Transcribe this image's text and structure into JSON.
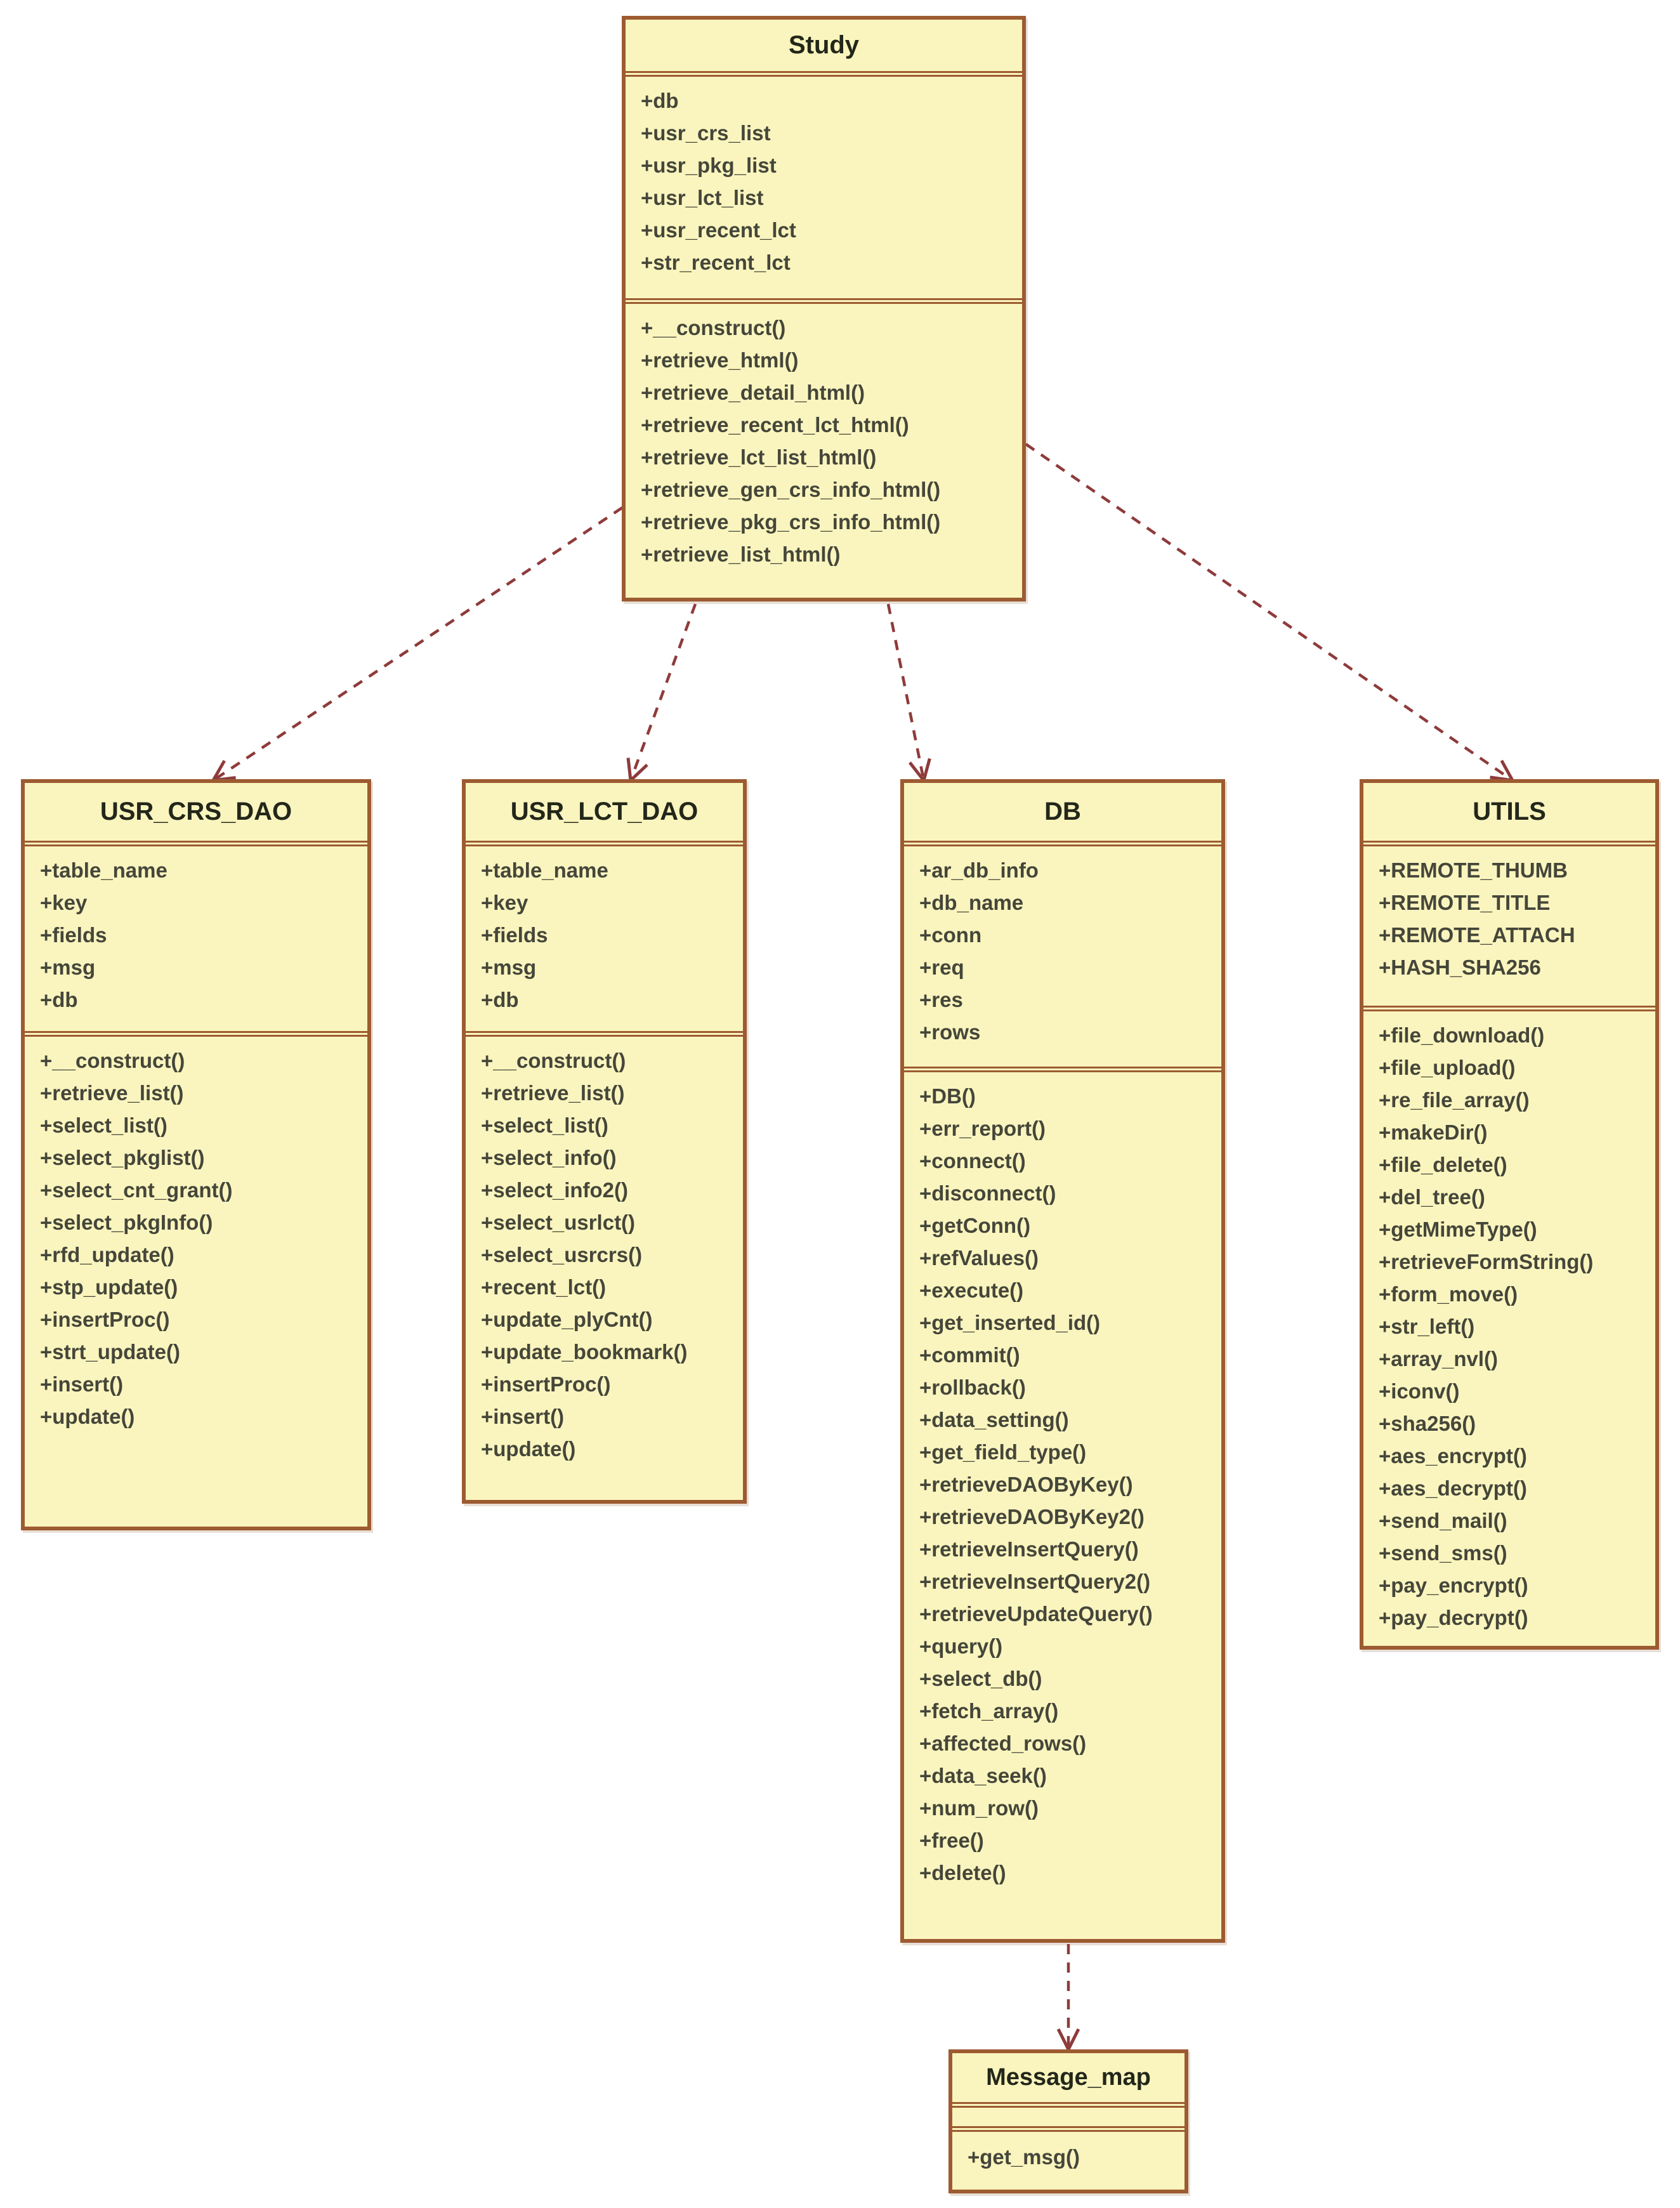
{
  "diagram": {
    "kind": "uml-class-diagram",
    "colors": {
      "box_fill": "#FAF5BE",
      "box_border": "#9D5B31",
      "arrow": "#8E3B3B",
      "title_text": "#23271A",
      "member_text": "#45463A"
    },
    "classes": [
      {
        "title": "Study",
        "attributes": [
          "+db",
          "+usr_crs_list",
          "+usr_pkg_list",
          "+usr_lct_list",
          "+usr_recent_lct",
          "+str_recent_lct"
        ],
        "methods": [
          "+__construct()",
          "+retrieve_html()",
          "+retrieve_detail_html()",
          "+retrieve_recent_lct_html()",
          "+retrieve_lct_list_html()",
          "+retrieve_gen_crs_info_html()",
          "+retrieve_pkg_crs_info_html()",
          "+retrieve_list_html()"
        ]
      },
      {
        "title": "USR_CRS_DAO",
        "attributes": [
          "+table_name",
          "+key",
          "+fields",
          "+msg",
          "+db"
        ],
        "methods": [
          "+__construct()",
          "+retrieve_list()",
          "+select_list()",
          "+select_pkglist()",
          "+select_cnt_grant()",
          "+select_pkgInfo()",
          "+rfd_update()",
          "+stp_update()",
          "+insertProc()",
          "+strt_update()",
          "+insert()",
          "+update()"
        ]
      },
      {
        "title": "USR_LCT_DAO",
        "attributes": [
          "+table_name",
          "+key",
          "+fields",
          "+msg",
          "+db"
        ],
        "methods": [
          "+__construct()",
          "+retrieve_list()",
          "+select_list()",
          "+select_info()",
          "+select_info2()",
          "+select_usrlct()",
          "+select_usrcrs()",
          "+recent_lct()",
          "+update_plyCnt()",
          "+update_bookmark()",
          "+insertProc()",
          "+insert()",
          "+update()"
        ]
      },
      {
        "title": "DB",
        "attributes": [
          "+ar_db_info",
          "+db_name",
          "+conn",
          "+req",
          "+res",
          "+rows"
        ],
        "methods": [
          "+DB()",
          "+err_report()",
          "+connect()",
          "+disconnect()",
          "+getConn()",
          "+refValues()",
          "+execute()",
          "+get_inserted_id()",
          "+commit()",
          "+rollback()",
          "+data_setting()",
          "+get_field_type()",
          "+retrieveDAOByKey()",
          "+retrieveDAOByKey2()",
          "+retrieveInsertQuery()",
          "+retrieveInsertQuery2()",
          "+retrieveUpdateQuery()",
          "+query()",
          "+select_db()",
          "+fetch_array()",
          "+affected_rows()",
          "+data_seek()",
          "+num_row()",
          "+free()",
          "+delete()"
        ]
      },
      {
        "title": "UTILS",
        "attributes": [
          "+REMOTE_THUMB",
          "+REMOTE_TITLE",
          "+REMOTE_ATTACH",
          "+HASH_SHA256"
        ],
        "methods": [
          "+file_download()",
          "+file_upload()",
          "+re_file_array()",
          "+makeDir()",
          "+file_delete()",
          "+del_tree()",
          "+getMimeType()",
          "+retrieveFormString()",
          "+form_move()",
          "+str_left()",
          "+array_nvl()",
          "+iconv()",
          "+sha256()",
          "+aes_encrypt()",
          "+aes_decrypt()",
          "+send_mail()",
          "+send_sms()",
          "+pay_encrypt()",
          "+pay_decrypt()"
        ]
      },
      {
        "title": "Message_map",
        "attributes": [],
        "methods": [
          "+get_msg()"
        ]
      }
    ],
    "relations": [
      {
        "from": "Study",
        "to": "USR_CRS_DAO",
        "type": "dashed-dependency"
      },
      {
        "from": "Study",
        "to": "USR_LCT_DAO",
        "type": "dashed-dependency"
      },
      {
        "from": "Study",
        "to": "DB",
        "type": "dashed-dependency"
      },
      {
        "from": "Study",
        "to": "UTILS",
        "type": "dashed-dependency"
      },
      {
        "from": "DB",
        "to": "Message_map",
        "type": "dashed-dependency"
      }
    ]
  }
}
